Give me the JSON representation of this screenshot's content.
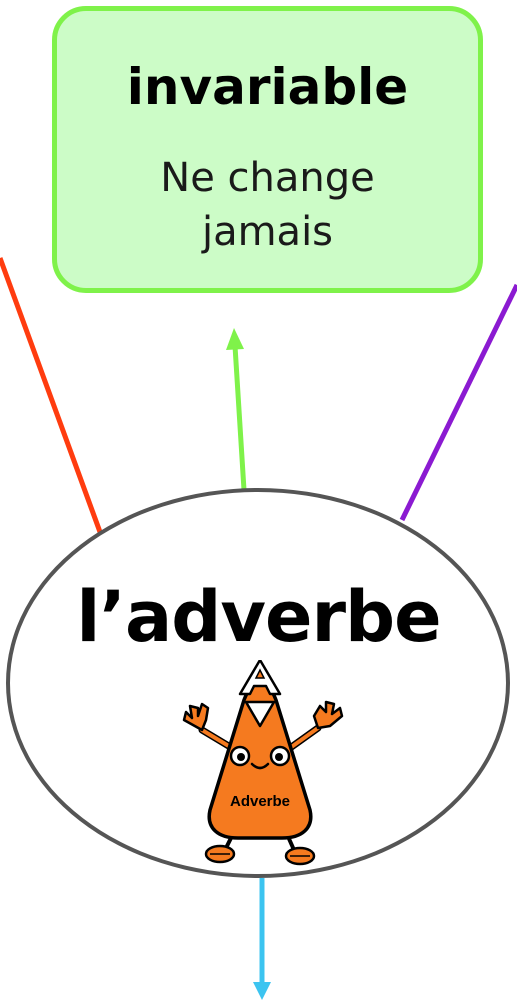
{
  "diagram": {
    "top_box": {
      "title": "invariable",
      "text_line_1": "Ne change",
      "text_line_2": "jamais"
    },
    "center": {
      "title": "l’adverbe",
      "mascot_label": "Adverbe"
    },
    "connectors": [
      {
        "direction": "up-left",
        "color": "#ff3c0f",
        "arrow": false
      },
      {
        "direction": "up",
        "color": "#7ff24a",
        "arrow": true
      },
      {
        "direction": "up-right",
        "color": "#8b1ad1",
        "arrow": false
      },
      {
        "direction": "down",
        "color": "#3cc4f0",
        "arrow": true
      }
    ]
  }
}
